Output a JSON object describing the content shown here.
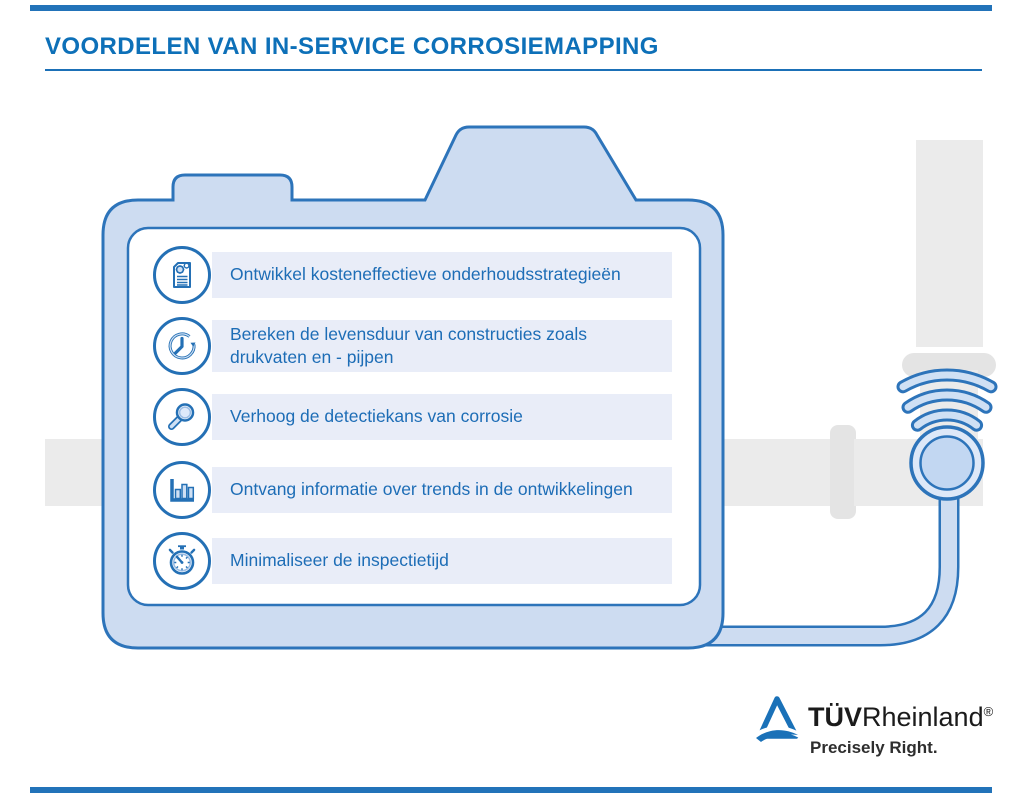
{
  "page": {
    "title": "VOORDELEN VAN IN-SERVICE CORROSIEMAPPING"
  },
  "benefits": [
    {
      "icon": "report-gears-icon",
      "text": "Ontwikkel kosteneffectieve onderhoudsstrategieën"
    },
    {
      "icon": "clock-history-icon",
      "text": "Bereken de levensduur van constructies zoals drukvaten en - pijpen"
    },
    {
      "icon": "magnifier-icon",
      "text": "Verhoog de detectiekans van corrosie"
    },
    {
      "icon": "bar-chart-icon",
      "text": "Ontvang informatie over trends in de ontwikkelingen"
    },
    {
      "icon": "stopwatch-icon",
      "text": "Minimaliseer de inspectietijd"
    }
  ],
  "illustration": {
    "parts": [
      "pipe-horizontal",
      "pipe-vertical",
      "pipe-flange",
      "corrosion-mapping-device",
      "device-screen",
      "cable",
      "probe-sensor",
      "wifi-signal-icon"
    ]
  },
  "brand": {
    "tuv": "TÜV",
    "rheinland": "Rheinland",
    "registered": "®",
    "tagline": "Precisely Right."
  },
  "colors": {
    "accent_blue": "#1b70b7",
    "title_blue": "#0d70b8",
    "bar_blue": "#2273b9",
    "device_fill": "#cddcf1",
    "device_stroke": "#2d74ba",
    "row_background": "#e9edf8",
    "text_blue": "#1d6db6",
    "pipe_gray": "#ebebeb"
  }
}
